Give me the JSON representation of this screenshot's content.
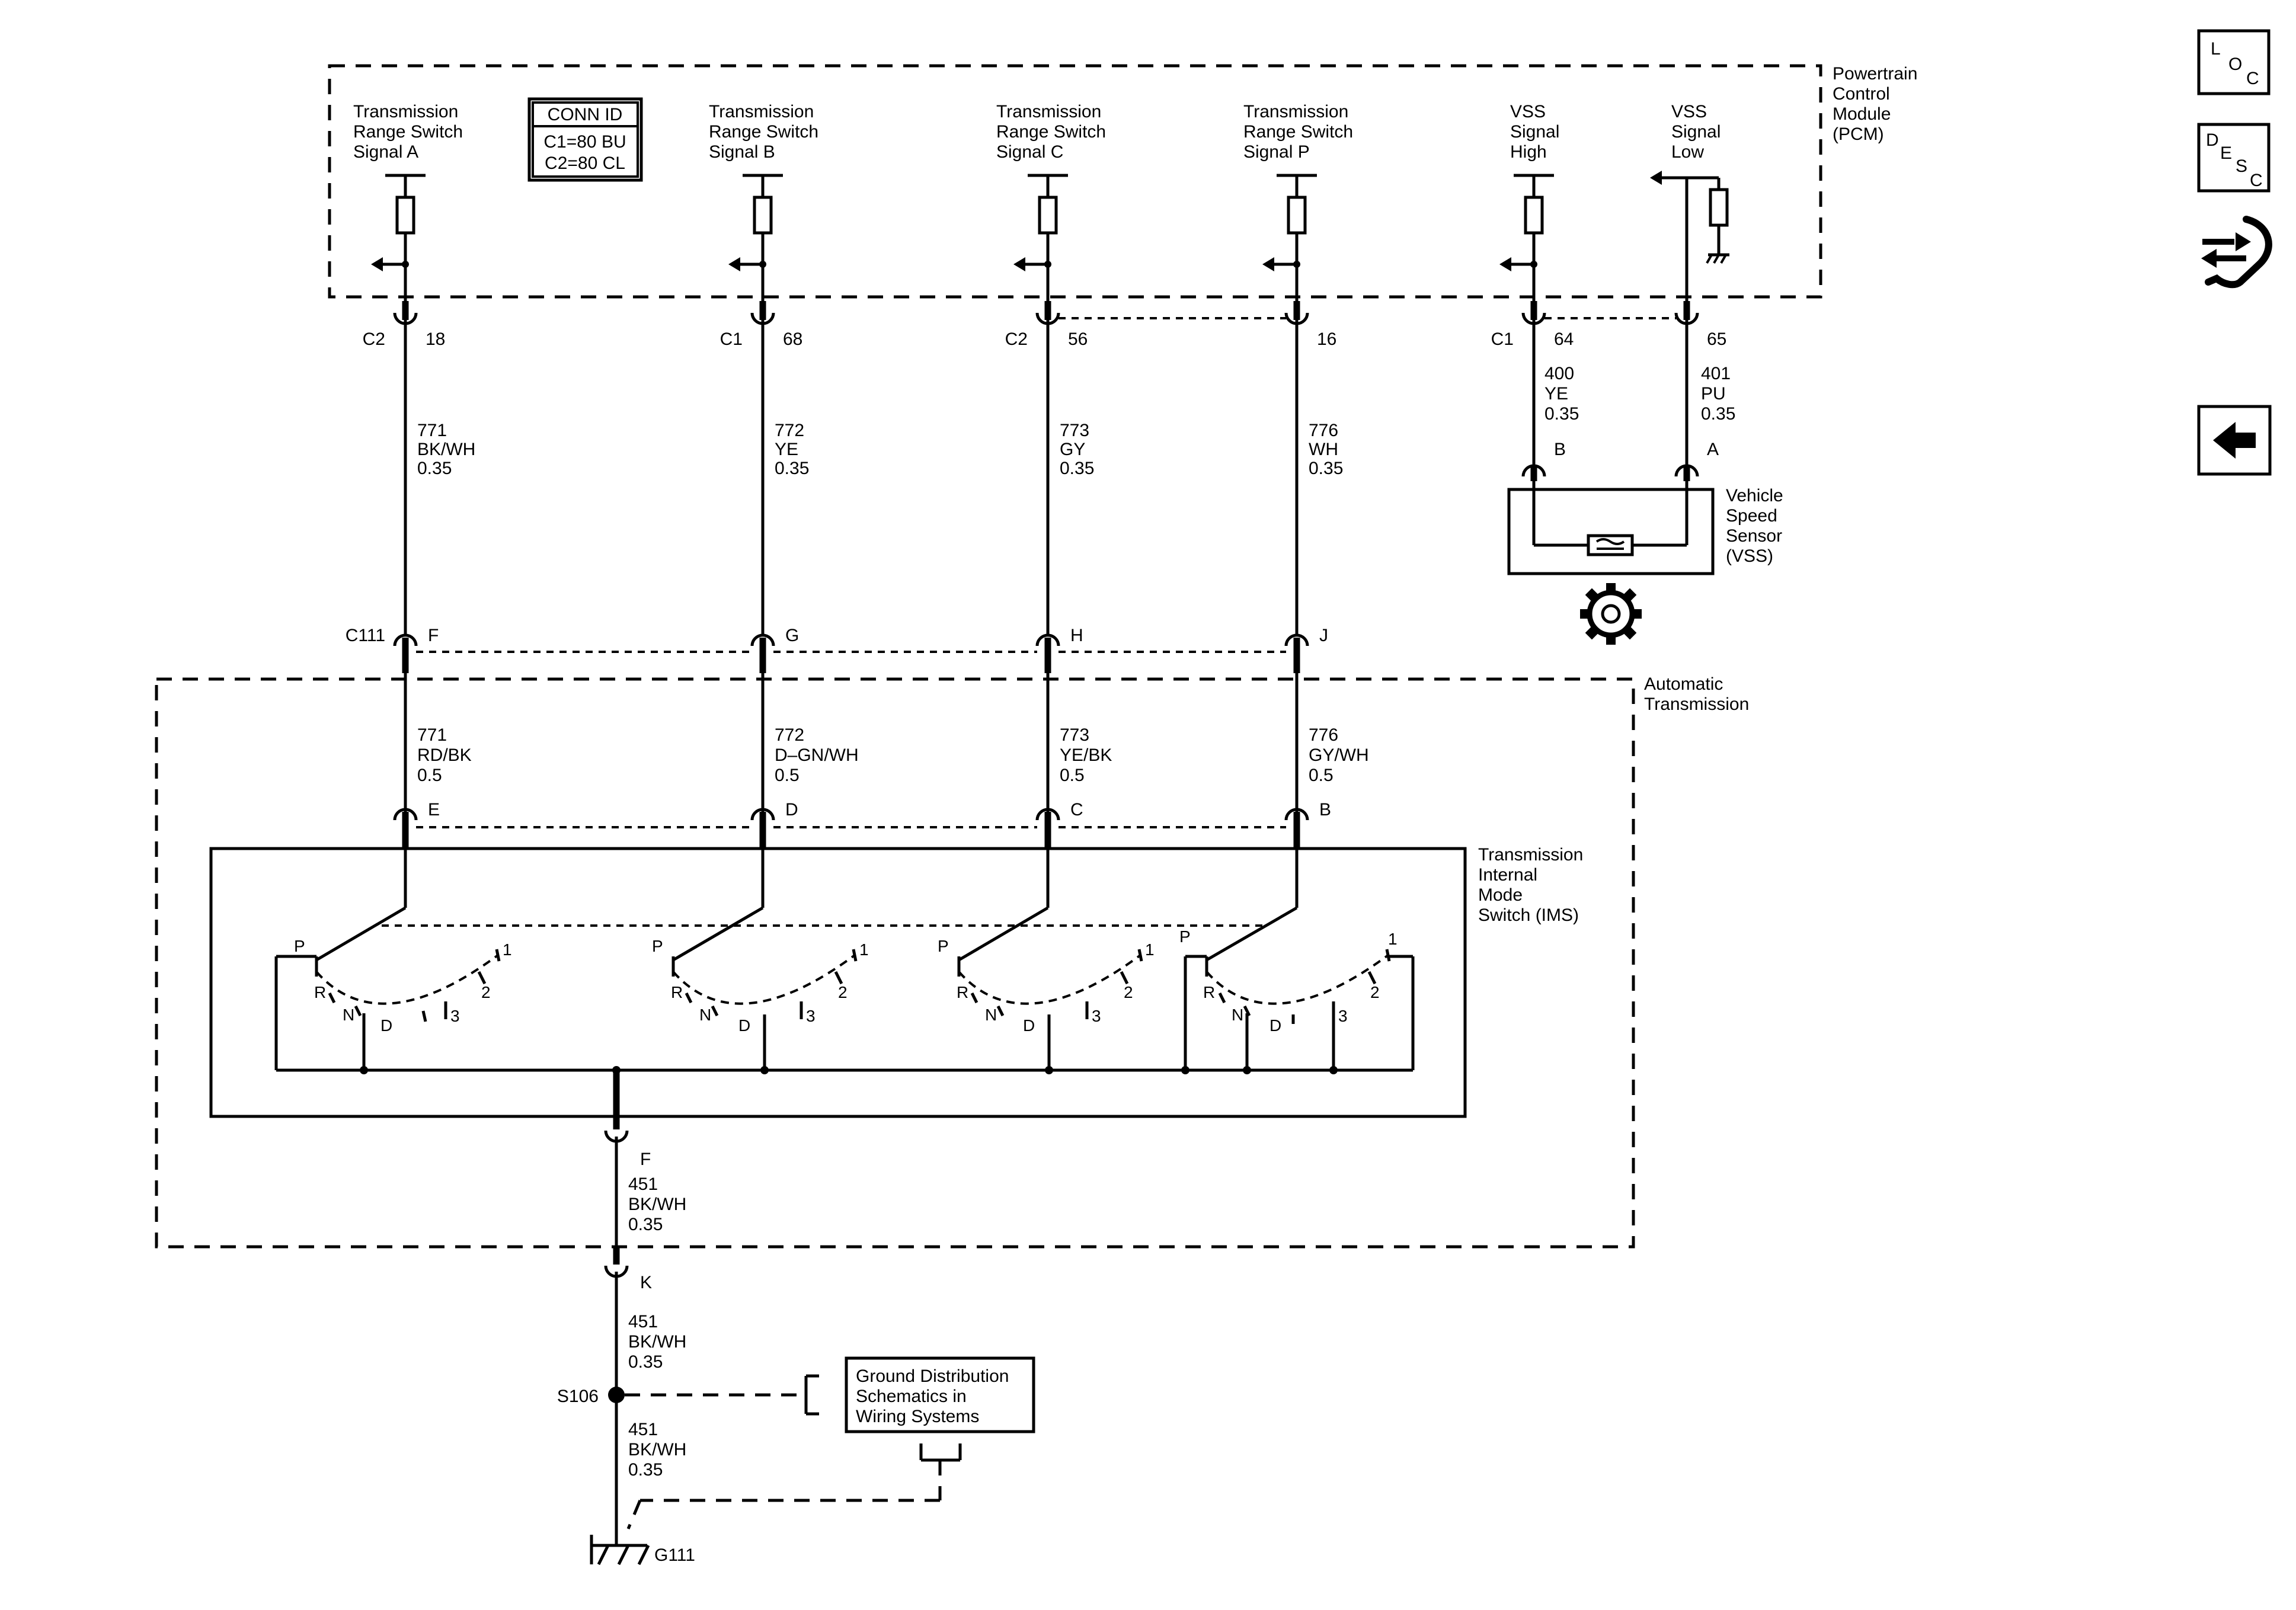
{
  "pcm": {
    "name": [
      "Powertrain",
      "Control",
      "Module",
      "(PCM)"
    ],
    "conn_id": {
      "title": "CONN ID",
      "c1": "C1=80 BU",
      "c2": "C2=80 CL"
    },
    "signals": [
      {
        "label": [
          "Transmission",
          "Range Switch",
          "Signal A"
        ],
        "conn": "C2",
        "pin": "18"
      },
      {
        "label": [
          "Transmission",
          "Range Switch",
          "Signal B"
        ],
        "conn": "C1",
        "pin": "68"
      },
      {
        "label": [
          "Transmission",
          "Range Switch",
          "Signal C"
        ],
        "conn": "C2",
        "pin": "56"
      },
      {
        "label": [
          "Transmission",
          "Range Switch",
          "Signal P"
        ],
        "conn": "",
        "pin": "16"
      },
      {
        "label": [
          "VSS",
          "Signal",
          "High"
        ],
        "conn": "C1",
        "pin": "64"
      },
      {
        "label": [
          "VSS",
          "Signal",
          "Low"
        ],
        "conn": "",
        "pin": "65"
      }
    ]
  },
  "wires_upper": [
    [
      "771",
      "BK/WH",
      "0.35"
    ],
    [
      "772",
      "YE",
      "0.35"
    ],
    [
      "773",
      "GY",
      "0.35"
    ],
    [
      "776",
      "WH",
      "0.35"
    ],
    [
      "400",
      "YE",
      "0.35"
    ],
    [
      "401",
      "PU",
      "0.35"
    ]
  ],
  "vss": {
    "pins": [
      "B",
      "A"
    ],
    "name": [
      "Vehicle",
      "Speed",
      "Sensor",
      "(VSS)"
    ]
  },
  "c111": {
    "name": "C111",
    "pins": [
      "F",
      "G",
      "H",
      "J"
    ]
  },
  "transmission": {
    "name": [
      "Automatic",
      "Transmission"
    ]
  },
  "wires_lower": [
    [
      "771",
      "RD/BK",
      "0.5"
    ],
    [
      "772",
      "D–GN/WH",
      "0.5"
    ],
    [
      "773",
      "YE/BK",
      "0.5"
    ],
    [
      "776",
      "GY/WH",
      "0.5"
    ]
  ],
  "ims": {
    "pins": [
      "E",
      "D",
      "C",
      "B"
    ],
    "name": [
      "Transmission",
      "Internal",
      "Mode",
      "Switch (IMS)"
    ],
    "positions": [
      "P",
      "R",
      "N",
      "D",
      "3",
      "2",
      "1"
    ]
  },
  "ground": {
    "pin_f": "F",
    "wire1": [
      "451",
      "BK/WH",
      "0.35"
    ],
    "pin_k": "K",
    "wire2": [
      "451",
      "BK/WH",
      "0.35"
    ],
    "splice": "S106",
    "wire3": [
      "451",
      "BK/WH",
      "0.35"
    ],
    "ground_point": "G111",
    "ref_box": [
      "Ground Distribution",
      "Schematics in",
      "Wiring Systems"
    ]
  },
  "nav": {
    "loc": [
      "L",
      "O",
      "C"
    ],
    "desc": [
      "D",
      "E",
      "S",
      "C"
    ],
    "diagnostic_icon": "wrench-arrows-icon",
    "back_icon": "back-arrow-icon"
  }
}
